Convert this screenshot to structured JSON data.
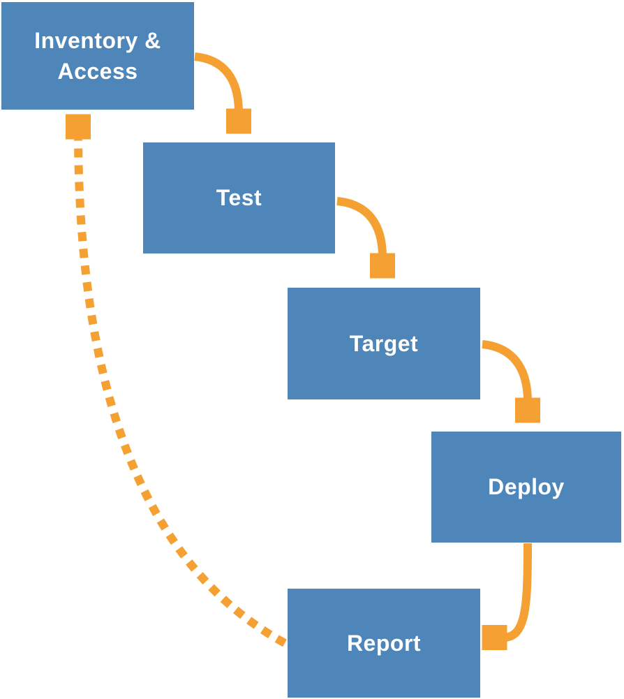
{
  "diagram": {
    "type": "flow",
    "colors": {
      "node_fill": "#4E86BA",
      "arrow": "#F5A033",
      "node_text": "#ffffff",
      "background": "#ffffff"
    },
    "nodes": [
      {
        "label": "Inventory & Access"
      },
      {
        "label": "Test"
      },
      {
        "label": "Target"
      },
      {
        "label": "Deploy"
      },
      {
        "label": "Report"
      }
    ],
    "edges": [
      {
        "from": "Inventory & Access",
        "to": "Test",
        "style": "solid"
      },
      {
        "from": "Test",
        "to": "Target",
        "style": "solid"
      },
      {
        "from": "Target",
        "to": "Deploy",
        "style": "solid"
      },
      {
        "from": "Deploy",
        "to": "Report",
        "style": "solid"
      },
      {
        "from": "Report",
        "to": "Inventory & Access",
        "style": "dashed"
      }
    ]
  }
}
